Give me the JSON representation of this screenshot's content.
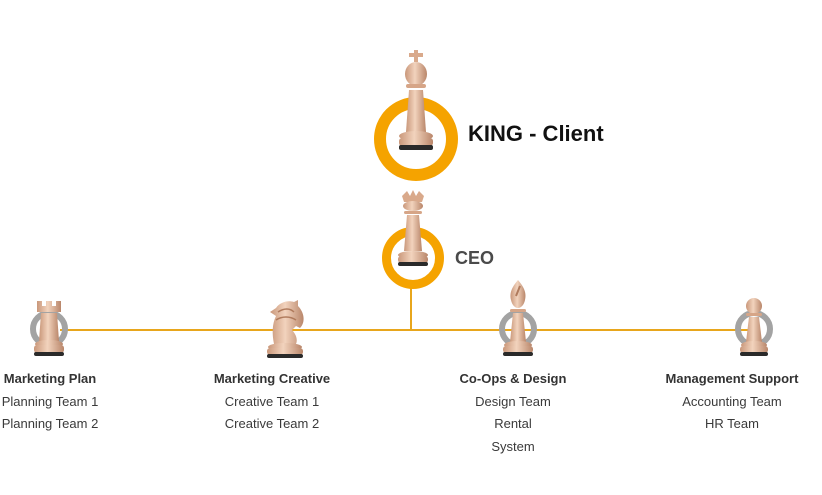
{
  "colors": {
    "accent": "#f5a300",
    "connector": "#e8a61c",
    "gray_ring": "#a3a3a3",
    "piece_wood": "#e2b99a"
  },
  "top": {
    "king_label": "KING - Client",
    "ceo_label": "CEO",
    "king_icon": "chess-king-icon",
    "ceo_icon": "chess-queen-icon"
  },
  "departments": [
    {
      "icon": "chess-rook-icon",
      "title": "Marketing Plan",
      "items": [
        "Planning Team 1",
        "Planning Team 2"
      ]
    },
    {
      "icon": "chess-knight-icon",
      "title": "Marketing Creative",
      "items": [
        "Creative Team 1",
        "Creative Team 2"
      ]
    },
    {
      "icon": "chess-bishop-icon",
      "title": "Co-Ops & Design",
      "items": [
        "Design Team",
        "Rental",
        "System"
      ]
    },
    {
      "icon": "chess-pawn-icon",
      "title": "Management Support",
      "items": [
        "Accounting Team",
        "HR Team"
      ]
    }
  ]
}
